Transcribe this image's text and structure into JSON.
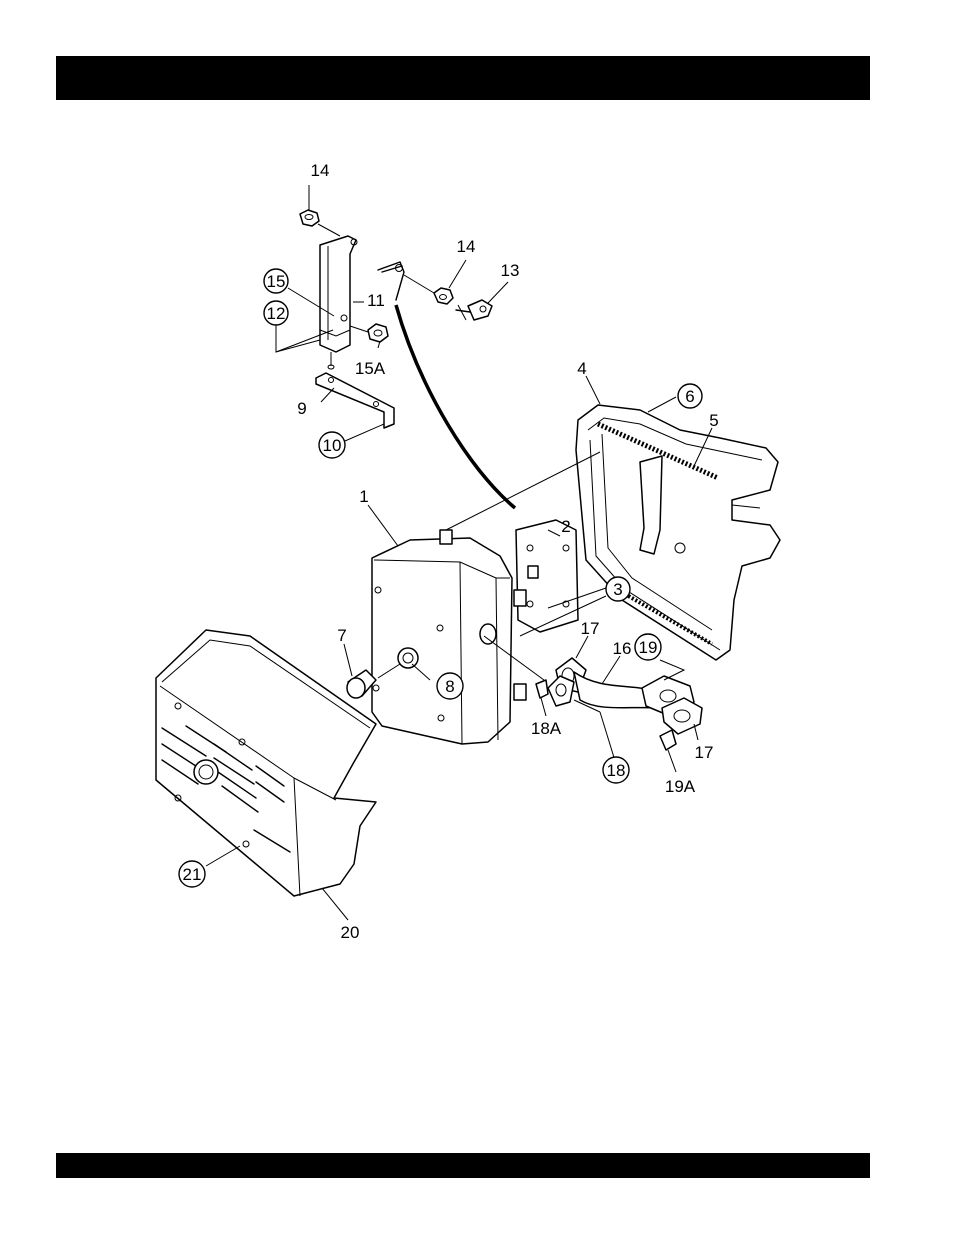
{
  "page": {
    "header_text": "",
    "footer_text": ""
  },
  "callouts": [
    {
      "id": "14a",
      "label": "14",
      "circled": false
    },
    {
      "id": "14b",
      "label": "14",
      "circled": false
    },
    {
      "id": "13",
      "label": "13",
      "circled": false
    },
    {
      "id": "15",
      "label": "15",
      "circled": true
    },
    {
      "id": "11",
      "label": "11",
      "circled": false
    },
    {
      "id": "12",
      "label": "12",
      "circled": true
    },
    {
      "id": "15A",
      "label": "15A",
      "circled": false
    },
    {
      "id": "9",
      "label": "9",
      "circled": false
    },
    {
      "id": "10",
      "label": "10",
      "circled": true
    },
    {
      "id": "4",
      "label": "4",
      "circled": false
    },
    {
      "id": "6",
      "label": "6",
      "circled": true
    },
    {
      "id": "5",
      "label": "5",
      "circled": false
    },
    {
      "id": "1",
      "label": "1",
      "circled": false
    },
    {
      "id": "2",
      "label": "2",
      "circled": false
    },
    {
      "id": "3",
      "label": "3",
      "circled": true
    },
    {
      "id": "7",
      "label": "7",
      "circled": false
    },
    {
      "id": "8",
      "label": "8",
      "circled": true
    },
    {
      "id": "17a",
      "label": "17",
      "circled": false
    },
    {
      "id": "16",
      "label": "16",
      "circled": false
    },
    {
      "id": "19",
      "label": "19",
      "circled": true
    },
    {
      "id": "18A",
      "label": "18A",
      "circled": false
    },
    {
      "id": "17b",
      "label": "17",
      "circled": false
    },
    {
      "id": "18",
      "label": "18",
      "circled": true
    },
    {
      "id": "19A",
      "label": "19A",
      "circled": false
    },
    {
      "id": "21",
      "label": "21",
      "circled": true
    },
    {
      "id": "20",
      "label": "20",
      "circled": false
    }
  ]
}
